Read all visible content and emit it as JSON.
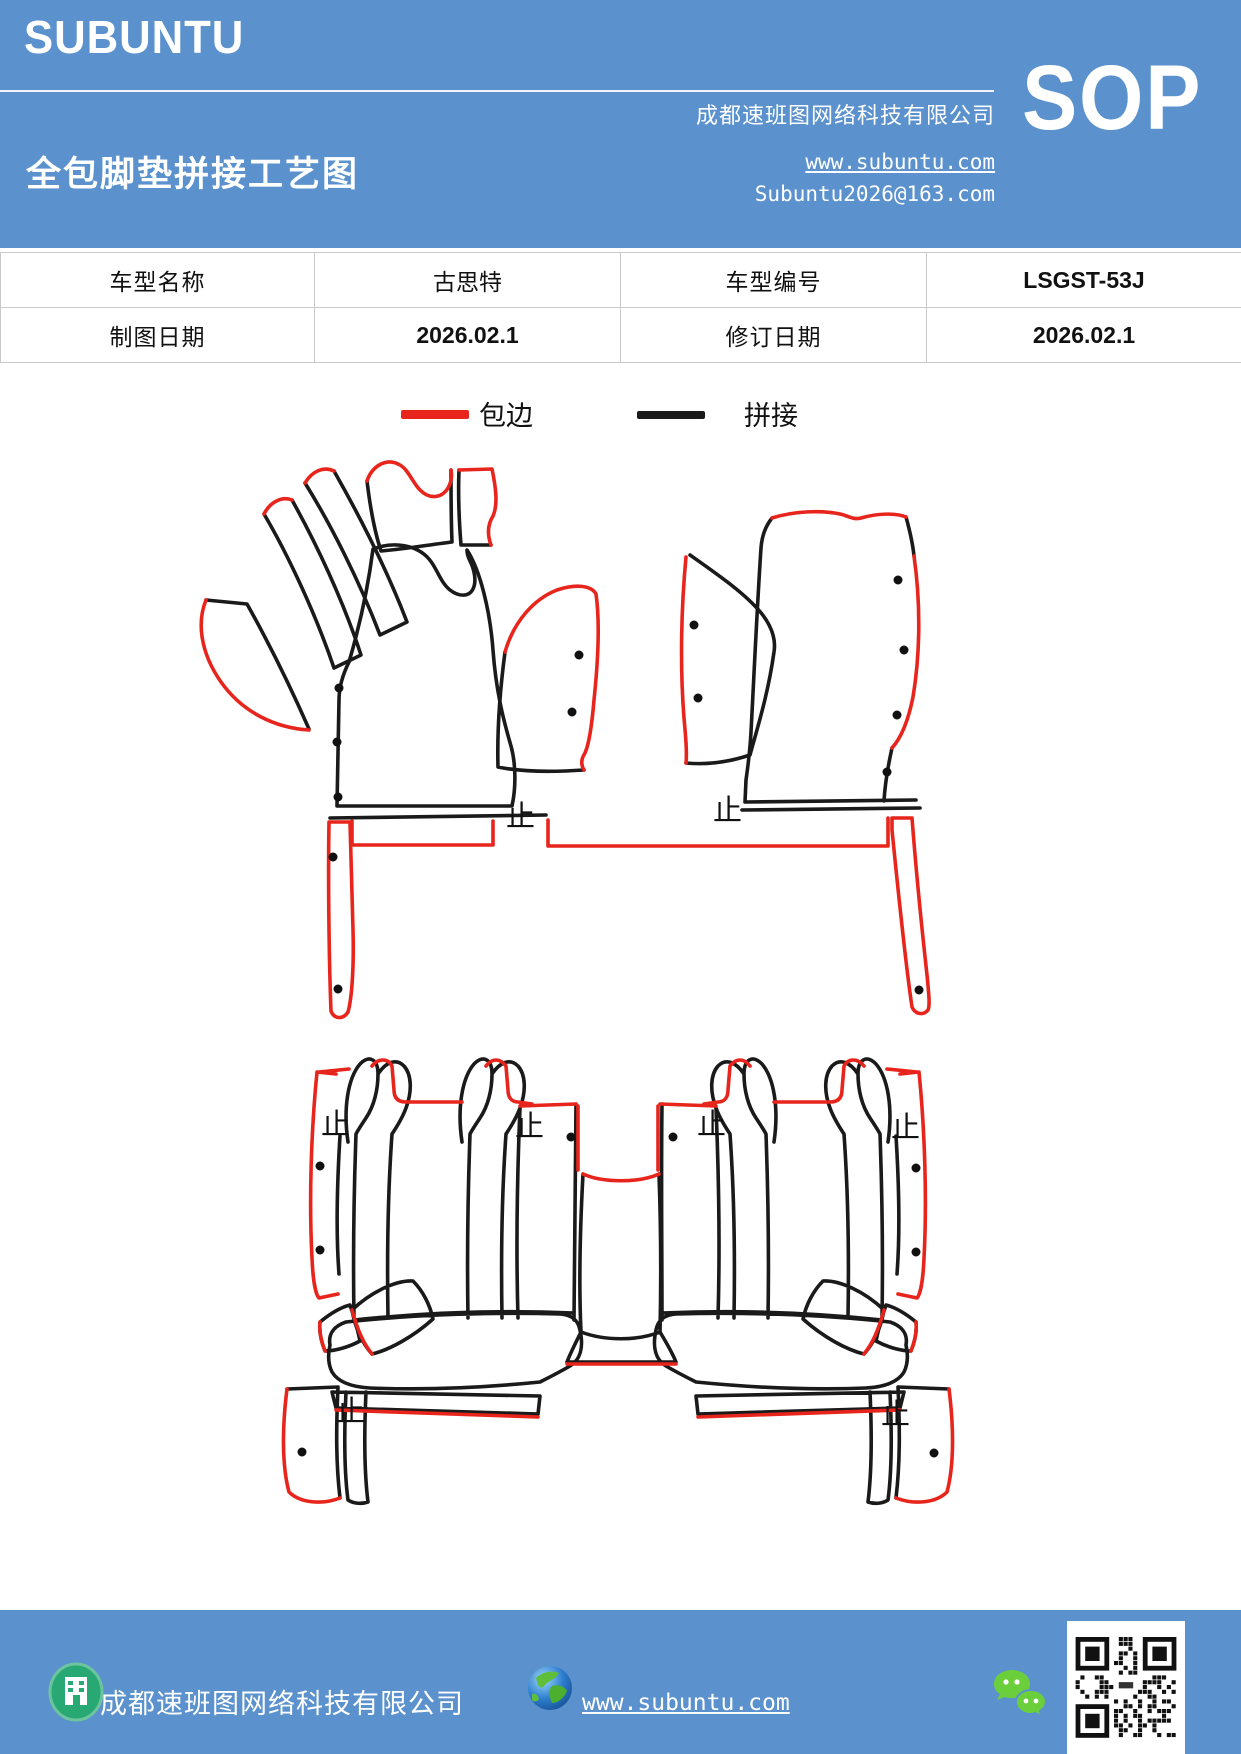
{
  "header": {
    "logo_text": "SUBUNTU",
    "doc_title": "全包脚垫拼接工艺图",
    "company_name": "成都速班图网络科技有限公司",
    "badge": "SOP",
    "website": "www.subuntu.com",
    "email": "Subuntu2026@163.com"
  },
  "info_table": {
    "rows": [
      {
        "label_left": "车型名称",
        "value_left": "古思特",
        "label_right": "车型编号",
        "value_right": "LSGST-53J"
      },
      {
        "label_left": "制图日期",
        "value_left": "2026.02.1",
        "label_right": "修订日期",
        "value_right": "2026.02.1"
      }
    ]
  },
  "legend": {
    "items": [
      {
        "label": "包边",
        "color": "#e8251c"
      },
      {
        "label": "拼接",
        "color": "#1a1a1a"
      }
    ]
  },
  "diagram": {
    "stop_mark": "止",
    "edge_color": "#e8251c",
    "splice_color": "#1a1a1a"
  },
  "footer": {
    "company_name": "成都速班图网络科技有限公司",
    "website": "www.subuntu.com"
  },
  "colors": {
    "header_bg": "#5b92cd",
    "footer_bg": "#5b92cd",
    "table_border": "#c9c9c9"
  }
}
